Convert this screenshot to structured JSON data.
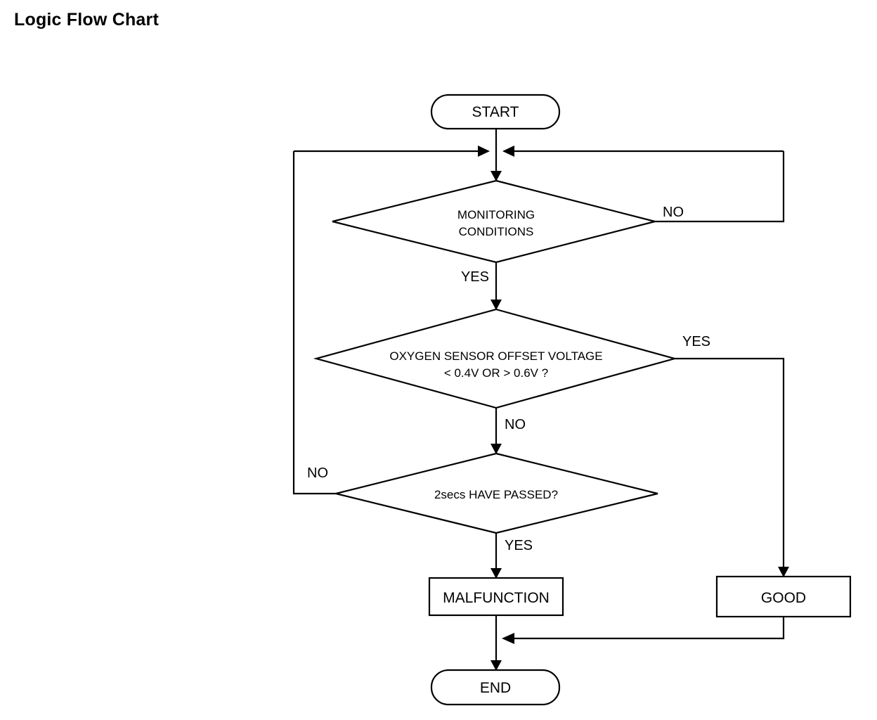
{
  "page": {
    "title": "Logic Flow Chart",
    "background_color": "#ffffff",
    "line_color": "#000000",
    "text_color": "#000000"
  },
  "chart_data": {
    "type": "diagram",
    "diagram_kind": "flowchart",
    "title": "Logic Flow Chart",
    "nodes": [
      {
        "id": "start",
        "shape": "terminator",
        "label": "START"
      },
      {
        "id": "monitoring",
        "shape": "decision",
        "label_line1": "MONITORING",
        "label_line2": "CONDITIONS"
      },
      {
        "id": "offset",
        "shape": "decision",
        "label_line1": "OXYGEN SENSOR OFFSET VOLTAGE",
        "label_line2": "< 0.4V OR > 0.6V ?"
      },
      {
        "id": "timer",
        "shape": "decision",
        "label_line1": "2secs HAVE PASSED?"
      },
      {
        "id": "malfunction",
        "shape": "process",
        "label": "MALFUNCTION"
      },
      {
        "id": "good",
        "shape": "process",
        "label": "GOOD"
      },
      {
        "id": "end",
        "shape": "terminator",
        "label": "END"
      }
    ],
    "edges": [
      {
        "from": "start",
        "to": "monitoring",
        "label": ""
      },
      {
        "from": "monitoring",
        "to": "offset",
        "label": "YES"
      },
      {
        "from": "monitoring",
        "to": "start_junction",
        "label": "NO"
      },
      {
        "from": "offset",
        "to": "good",
        "label": "YES"
      },
      {
        "from": "offset",
        "to": "timer",
        "label": "NO"
      },
      {
        "from": "timer",
        "to": "start_junction",
        "label": "NO"
      },
      {
        "from": "timer",
        "to": "malfunction",
        "label": "YES"
      },
      {
        "from": "malfunction",
        "to": "end",
        "label": ""
      },
      {
        "from": "good",
        "to": "end",
        "label": ""
      }
    ]
  },
  "nodes": {
    "start": {
      "label": "START"
    },
    "monitoring": {
      "line1": "MONITORING",
      "line2": "CONDITIONS"
    },
    "offset": {
      "line1": "OXYGEN SENSOR OFFSET VOLTAGE",
      "line2": "< 0.4V OR > 0.6V ?"
    },
    "timer": {
      "label": "2secs HAVE PASSED?"
    },
    "malfunction": {
      "label": "MALFUNCTION"
    },
    "good": {
      "label": "GOOD"
    },
    "end": {
      "label": "END"
    }
  },
  "edge_labels": {
    "monitoring_no": "NO",
    "monitoring_yes": "YES",
    "offset_yes": "YES",
    "offset_no": "NO",
    "timer_no": "NO",
    "timer_yes": "YES"
  }
}
